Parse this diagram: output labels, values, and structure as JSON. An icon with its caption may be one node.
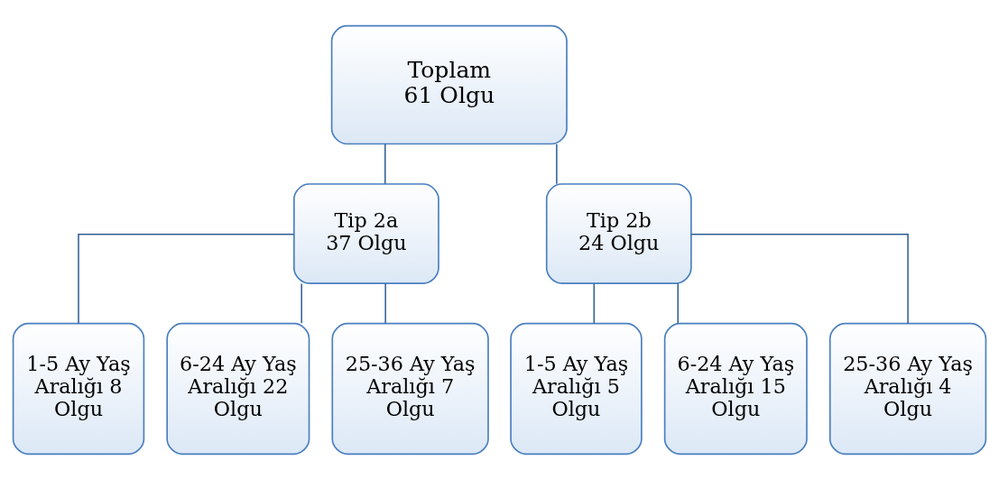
{
  "diagram": {
    "nodes": [
      {
        "text": [
          "Toplam",
          "61 Olgu"
        ]
      },
      {
        "text": [
          "Tip 2a",
          "37 Olgu"
        ]
      },
      {
        "text": [
          "Tip 2b",
          "24 Olgu"
        ]
      },
      {
        "text": [
          "1-5 Ay Yaş Aralığı 8 Olgu"
        ]
      },
      {
        "text": [
          "6-24 Ay Yaş Aralığı 22 Olgu"
        ]
      },
      {
        "text": [
          "25-36 Ay Yaş Aralığı 7 Olgu"
        ]
      },
      {
        "text": [
          "1-5 Ay Yaş Aralığı 5 Olgu"
        ]
      },
      {
        "text": [
          "6-24 Ay Yaş Aralığı 15 Olgu"
        ]
      },
      {
        "text": [
          "25-36 Ay Yaş Aralığı 4 Olgu"
        ]
      }
    ],
    "edges": [
      {
        "from": 0,
        "to": 1,
        "arrow": "none"
      },
      {
        "from": 0,
        "to": 2,
        "arrow": "none"
      },
      {
        "from": 1,
        "to": 3,
        "arrow": "none"
      },
      {
        "from": 1,
        "to": 4,
        "arrow": "none"
      },
      {
        "from": 1,
        "to": 5,
        "arrow": "none"
      },
      {
        "from": 2,
        "to": 6,
        "arrow": "none"
      },
      {
        "from": 2,
        "to": 7,
        "arrow": "none"
      },
      {
        "from": 2,
        "to": 8,
        "arrow": "none"
      }
    ]
  }
}
